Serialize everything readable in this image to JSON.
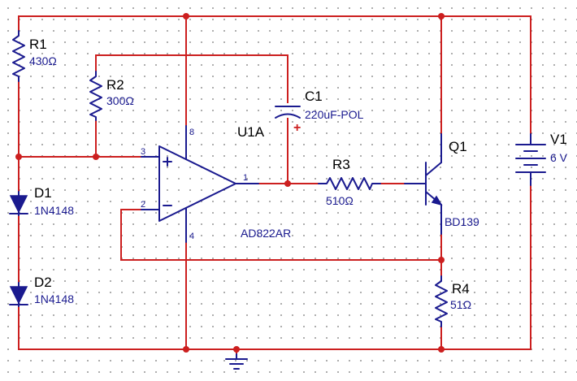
{
  "components": {
    "r1": {
      "ref": "R1",
      "value": "430Ω"
    },
    "r2": {
      "ref": "R2",
      "value": "300Ω"
    },
    "r3": {
      "ref": "R3",
      "value": "510Ω"
    },
    "r4": {
      "ref": "R4",
      "value": "51Ω"
    },
    "c1": {
      "ref": "C1",
      "value": "220uF-POL",
      "polarity_mark": "+"
    },
    "d1": {
      "ref": "D1",
      "value": "1N4148"
    },
    "d2": {
      "ref": "D2",
      "value": "1N4148"
    },
    "u1": {
      "ref": "U1A",
      "value": "AD822AR",
      "pins": {
        "p1": "1",
        "p2": "2",
        "p3": "3",
        "p4": "4",
        "p8": "8"
      }
    },
    "q1": {
      "ref": "Q1",
      "value": "BD139"
    },
    "v1": {
      "ref": "V1",
      "value": "6 V"
    }
  },
  "colors": {
    "wire": "#cc1f1f",
    "component": "#1a1a8f",
    "label": "#000000",
    "grid": "#9a9a9a"
  },
  "icons": [
    "ground-icon",
    "battery-icon",
    "npn-transistor-icon",
    "opamp-icon",
    "diode-icon",
    "resistor-icon",
    "polarized-capacitor-icon"
  ]
}
